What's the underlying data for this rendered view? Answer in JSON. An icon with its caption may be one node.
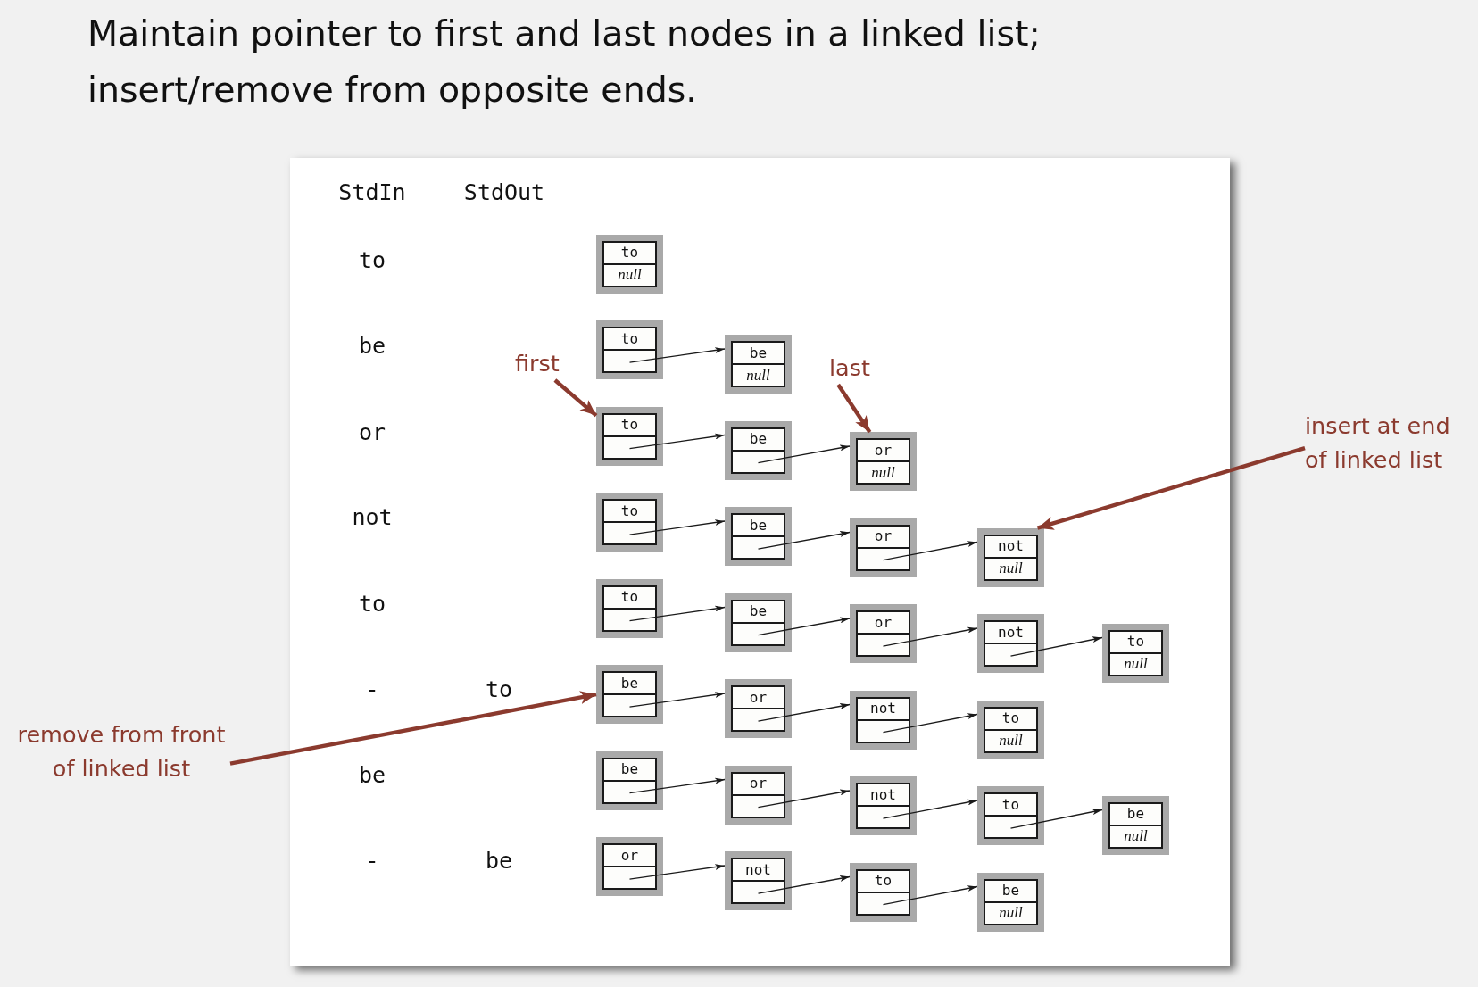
{
  "diagram": {
    "title": "Maintain pointer to first and last nodes in a linked list; insert/remove from opposite ends.",
    "nodes": [
      {
        "text": [
          "to",
          "null"
        ]
      },
      {
        "text": [
          "to"
        ]
      },
      {
        "text": [
          "be",
          "null"
        ]
      },
      {
        "text": [
          "first"
        ]
      },
      {
        "text": [
          "last"
        ]
      },
      {
        "text": [
          "to"
        ]
      },
      {
        "text": [
          "be"
        ]
      },
      {
        "text": [
          "or",
          "null"
        ]
      },
      {
        "text": [
          "insert at end of linked list"
        ]
      },
      {
        "text": [
          "to"
        ]
      },
      {
        "text": [
          "be"
        ]
      },
      {
        "text": [
          "or"
        ]
      },
      {
        "text": [
          "not",
          "null"
        ]
      },
      {
        "text": [
          "to"
        ]
      },
      {
        "text": [
          "be"
        ]
      },
      {
        "text": [
          "or"
        ]
      },
      {
        "text": [
          "not"
        ]
      },
      {
        "text": [
          "to",
          "null"
        ]
      },
      {
        "text": [
          "be"
        ]
      },
      {
        "text": [
          "or"
        ]
      },
      {
        "text": [
          "not"
        ]
      },
      {
        "text": [
          "to",
          "null"
        ]
      },
      {
        "text": [
          "remove from front of linked list"
        ]
      },
      {
        "text": [
          "be"
        ]
      },
      {
        "text": [
          "or"
        ]
      },
      {
        "text": [
          "not"
        ]
      },
      {
        "text": [
          "to"
        ]
      },
      {
        "text": [
          "be",
          "null"
        ]
      },
      {
        "text": [
          "or"
        ]
      },
      {
        "text": [
          "not"
        ]
      },
      {
        "text": [
          "to"
        ]
      },
      {
        "text": [
          "be",
          "null"
        ]
      }
    ],
    "edges": [
      {
        "from": 1,
        "to": 2,
        "arrow": "to"
      },
      {
        "from": 3,
        "to": 5,
        "arrow": "to",
        "style": "thick",
        "color": "#8b3a2e"
      },
      {
        "from": 4,
        "to": 7,
        "arrow": "to",
        "style": "thick",
        "color": "#8b3a2e"
      },
      {
        "from": 5,
        "to": 6,
        "arrow": "to"
      },
      {
        "from": 6,
        "to": 7,
        "arrow": "to"
      },
      {
        "from": 8,
        "to": 12,
        "arrow": "to",
        "style": "thick",
        "color": "#8b3a2e"
      },
      {
        "from": 9,
        "to": 10,
        "arrow": "to"
      },
      {
        "from": 10,
        "to": 11,
        "arrow": "to"
      },
      {
        "from": 11,
        "to": 12,
        "arrow": "to"
      },
      {
        "from": 13,
        "to": 14,
        "arrow": "to"
      },
      {
        "from": 14,
        "to": 15,
        "arrow": "to"
      },
      {
        "from": 15,
        "to": 16,
        "arrow": "to"
      },
      {
        "from": 16,
        "to": 17,
        "arrow": "to"
      },
      {
        "from": 22,
        "to": 18,
        "arrow": "to",
        "style": "thick",
        "color": "#8b3a2e"
      },
      {
        "from": 18,
        "to": 19,
        "arrow": "to"
      },
      {
        "from": 19,
        "to": 20,
        "arrow": "to"
      },
      {
        "from": 20,
        "to": 21,
        "arrow": "to"
      },
      {
        "from": 23,
        "to": 24,
        "arrow": "to"
      },
      {
        "from": 24,
        "to": 25,
        "arrow": "to"
      },
      {
        "from": 25,
        "to": 26,
        "arrow": "to"
      },
      {
        "from": 26,
        "to": 27,
        "arrow": "to"
      },
      {
        "from": 28,
        "to": 29,
        "arrow": "to"
      },
      {
        "from": 29,
        "to": 30,
        "arrow": "to"
      },
      {
        "from": 30,
        "to": 31,
        "arrow": "to"
      }
    ],
    "labels": [
      "StdIn",
      "StdOut",
      "to",
      "be",
      "or",
      "not",
      "to",
      "-",
      "to",
      "be",
      "-",
      "be"
    ]
  }
}
